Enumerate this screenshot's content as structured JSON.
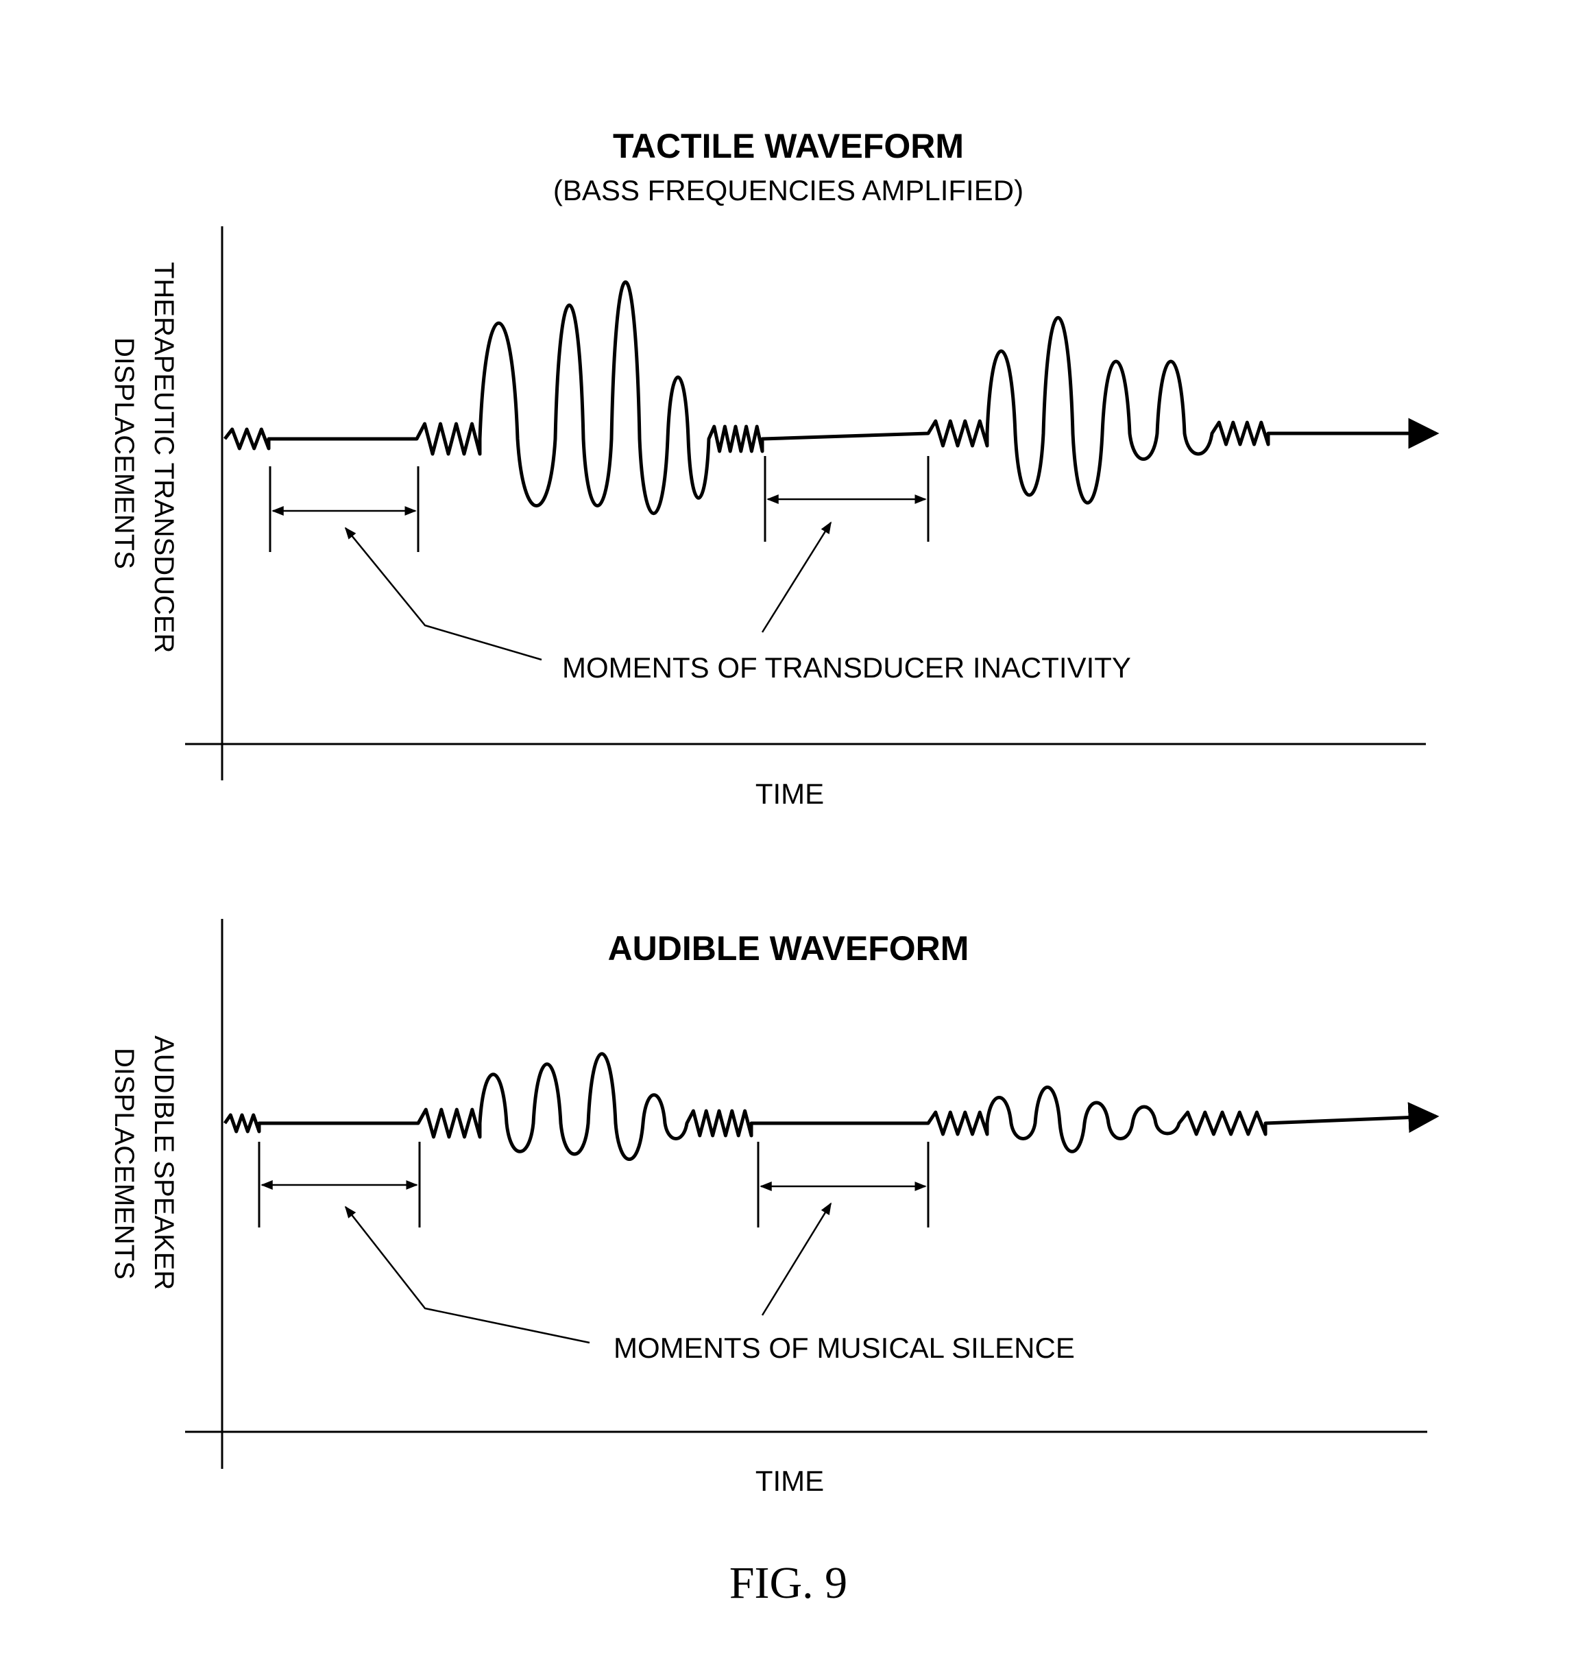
{
  "panels": [
    {
      "title": "TACTILE WAVEFORM",
      "subtitle": "(BASS FREQUENCIES AMPLIFIED)",
      "ylabel_line1": "THERAPEUTIC TRANSDUCER",
      "ylabel_line2": "DISPLACEMENTS",
      "xlabel": "TIME",
      "annotation": "MOMENTS OF TRANSDUCER INACTIVITY"
    },
    {
      "title": "AUDIBLE WAVEFORM",
      "subtitle": "",
      "ylabel_line1": "AUDIBLE SPEAKER",
      "ylabel_line2": "DISPLACEMENTS",
      "xlabel": "TIME",
      "annotation": "MOMENTS OF MUSICAL SILENCE"
    }
  ],
  "figure_label": "FIG. 9"
}
